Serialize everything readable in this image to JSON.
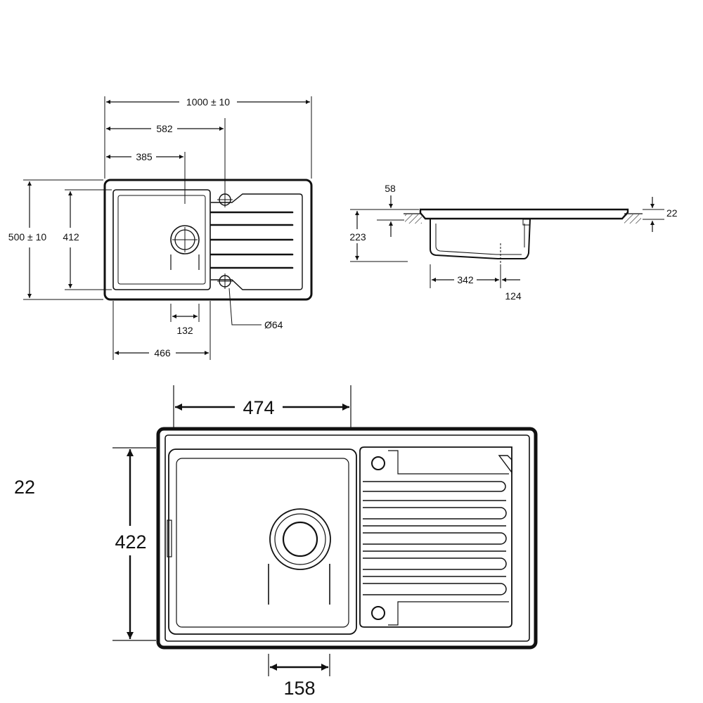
{
  "top_plan": {
    "width_overall": "1000 ± 10",
    "width_to_tap": "582",
    "width_to_waste": "385",
    "height_overall": "500 ± 10",
    "height_bowl": "412",
    "waste_width": "132",
    "bowl_width": "466",
    "hole_diameter": "Ø64"
  },
  "side_section": {
    "rim_to_bowl": "58",
    "depth": "223",
    "rim_thickness": "22",
    "bowl_to_center": "342",
    "center_offset": "124"
  },
  "bottom_plan": {
    "bowl_width": "474",
    "bowl_height": "422",
    "waste_width": "158",
    "cropped_label": "22"
  }
}
